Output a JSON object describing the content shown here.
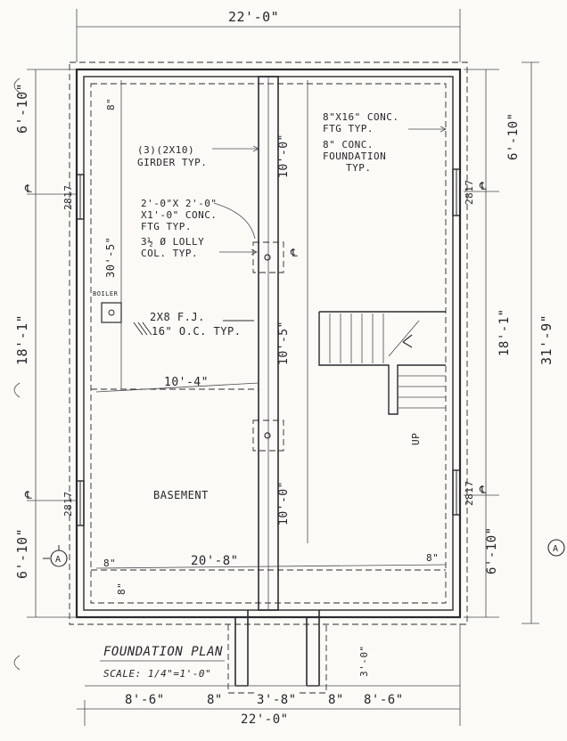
{
  "plan": {
    "title": "FOUNDATION PLAN",
    "scale": "SCALE: 1/4\"=1'-0\"",
    "dimensions": {
      "top_overall": "22'-0\"",
      "bottom_overall": "22'-0\"",
      "left_top": "6'-10\"",
      "left_middle": "18'-1\"",
      "left_bottom": "6'-10\"",
      "right_top": "6'-10\"",
      "right_middle": "18'-1\"",
      "right_bottom": "6'-10\"",
      "right_overall": "31'-9\"",
      "beam_top": "10'-0\"",
      "beam_middle": "10'-5\"",
      "beam_bottom": "10'-0\"",
      "left_span": "30'-5\"",
      "cross_beam": "10'-4\"",
      "bottom_span": "20'-8\"",
      "bottom_seg_1": "8'-6\"",
      "bottom_seg_2": "8\"",
      "bottom_seg_3": "3'-8\"",
      "bottom_seg_4": "8\"",
      "bottom_seg_5": "8'-6\"",
      "wall_thk_top_left": "8\"",
      "wall_thk_bottom_left": "8\"",
      "wall_thk_bottom_left2": "8\"",
      "wall_thk_bottom_right": "8\"",
      "areaway_depth": "3'-0\""
    },
    "notes": {
      "girder_1": "(3)(2X10)",
      "girder_2": "GIRDER TYP.",
      "ftg_1": "2'-0\"X 2'-0\"",
      "ftg_2": "X1'-0\" CONC.",
      "ftg_3": "FTG TYP.",
      "lolly_1": "3½ Ø LOLLY",
      "lolly_2": "COL. TYP.",
      "conc_ftg_1": "8\"X16\" CONC.",
      "conc_ftg_2": "FTG TYP.",
      "conc_fdn_1": "8\" CONC.",
      "conc_fdn_2": "FOUNDATION",
      "conc_fdn_3": "TYP.",
      "joist_1": "2X8 F.J.",
      "joist_2": "16\" O.C. TYP.",
      "boiler": "BOILER",
      "basement": "BASEMENT",
      "stair_up": "UP",
      "window_tl": "2817",
      "window_bl": "2817",
      "window_tr": "2817",
      "window_br": "2817",
      "centerline_1": "℄",
      "centerline_2": "℄",
      "centerline_3": "℄",
      "centerline_4": "℄",
      "centerline_5": "℄",
      "section_left": "A",
      "section_right": "A"
    }
  }
}
